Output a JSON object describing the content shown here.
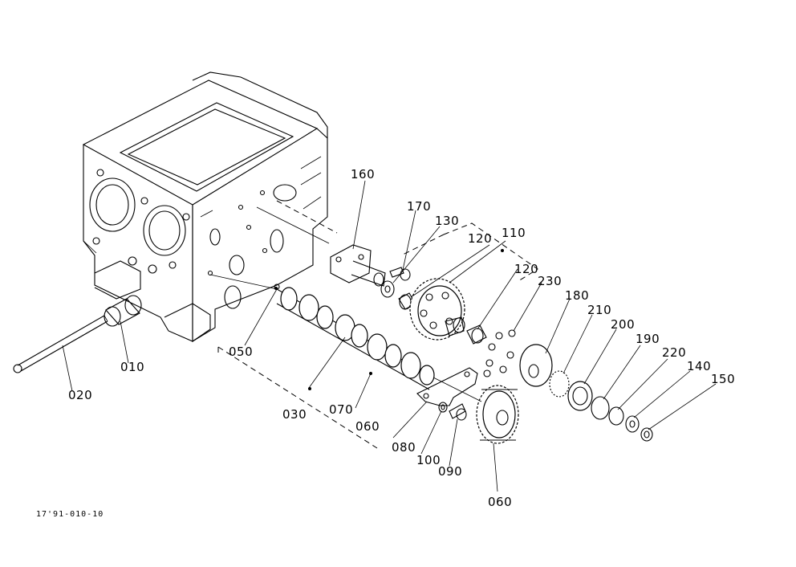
{
  "reference_code": "17'91-010-10",
  "part_labels": {
    "p010": "010",
    "p020": "020",
    "p030": "030",
    "p050": "050",
    "p060_main": "060",
    "p060_sub": "060",
    "p070": "070",
    "p080": "080",
    "p090": "090",
    "p100": "100",
    "p110": "110",
    "p120_a": "120",
    "p120_b": "120",
    "p130": "130",
    "p140": "140",
    "p150": "150",
    "p160": "160",
    "p170": "170",
    "p180": "180",
    "p190": "190",
    "p200": "200",
    "p210": "210",
    "p220": "220",
    "p230": "230"
  }
}
